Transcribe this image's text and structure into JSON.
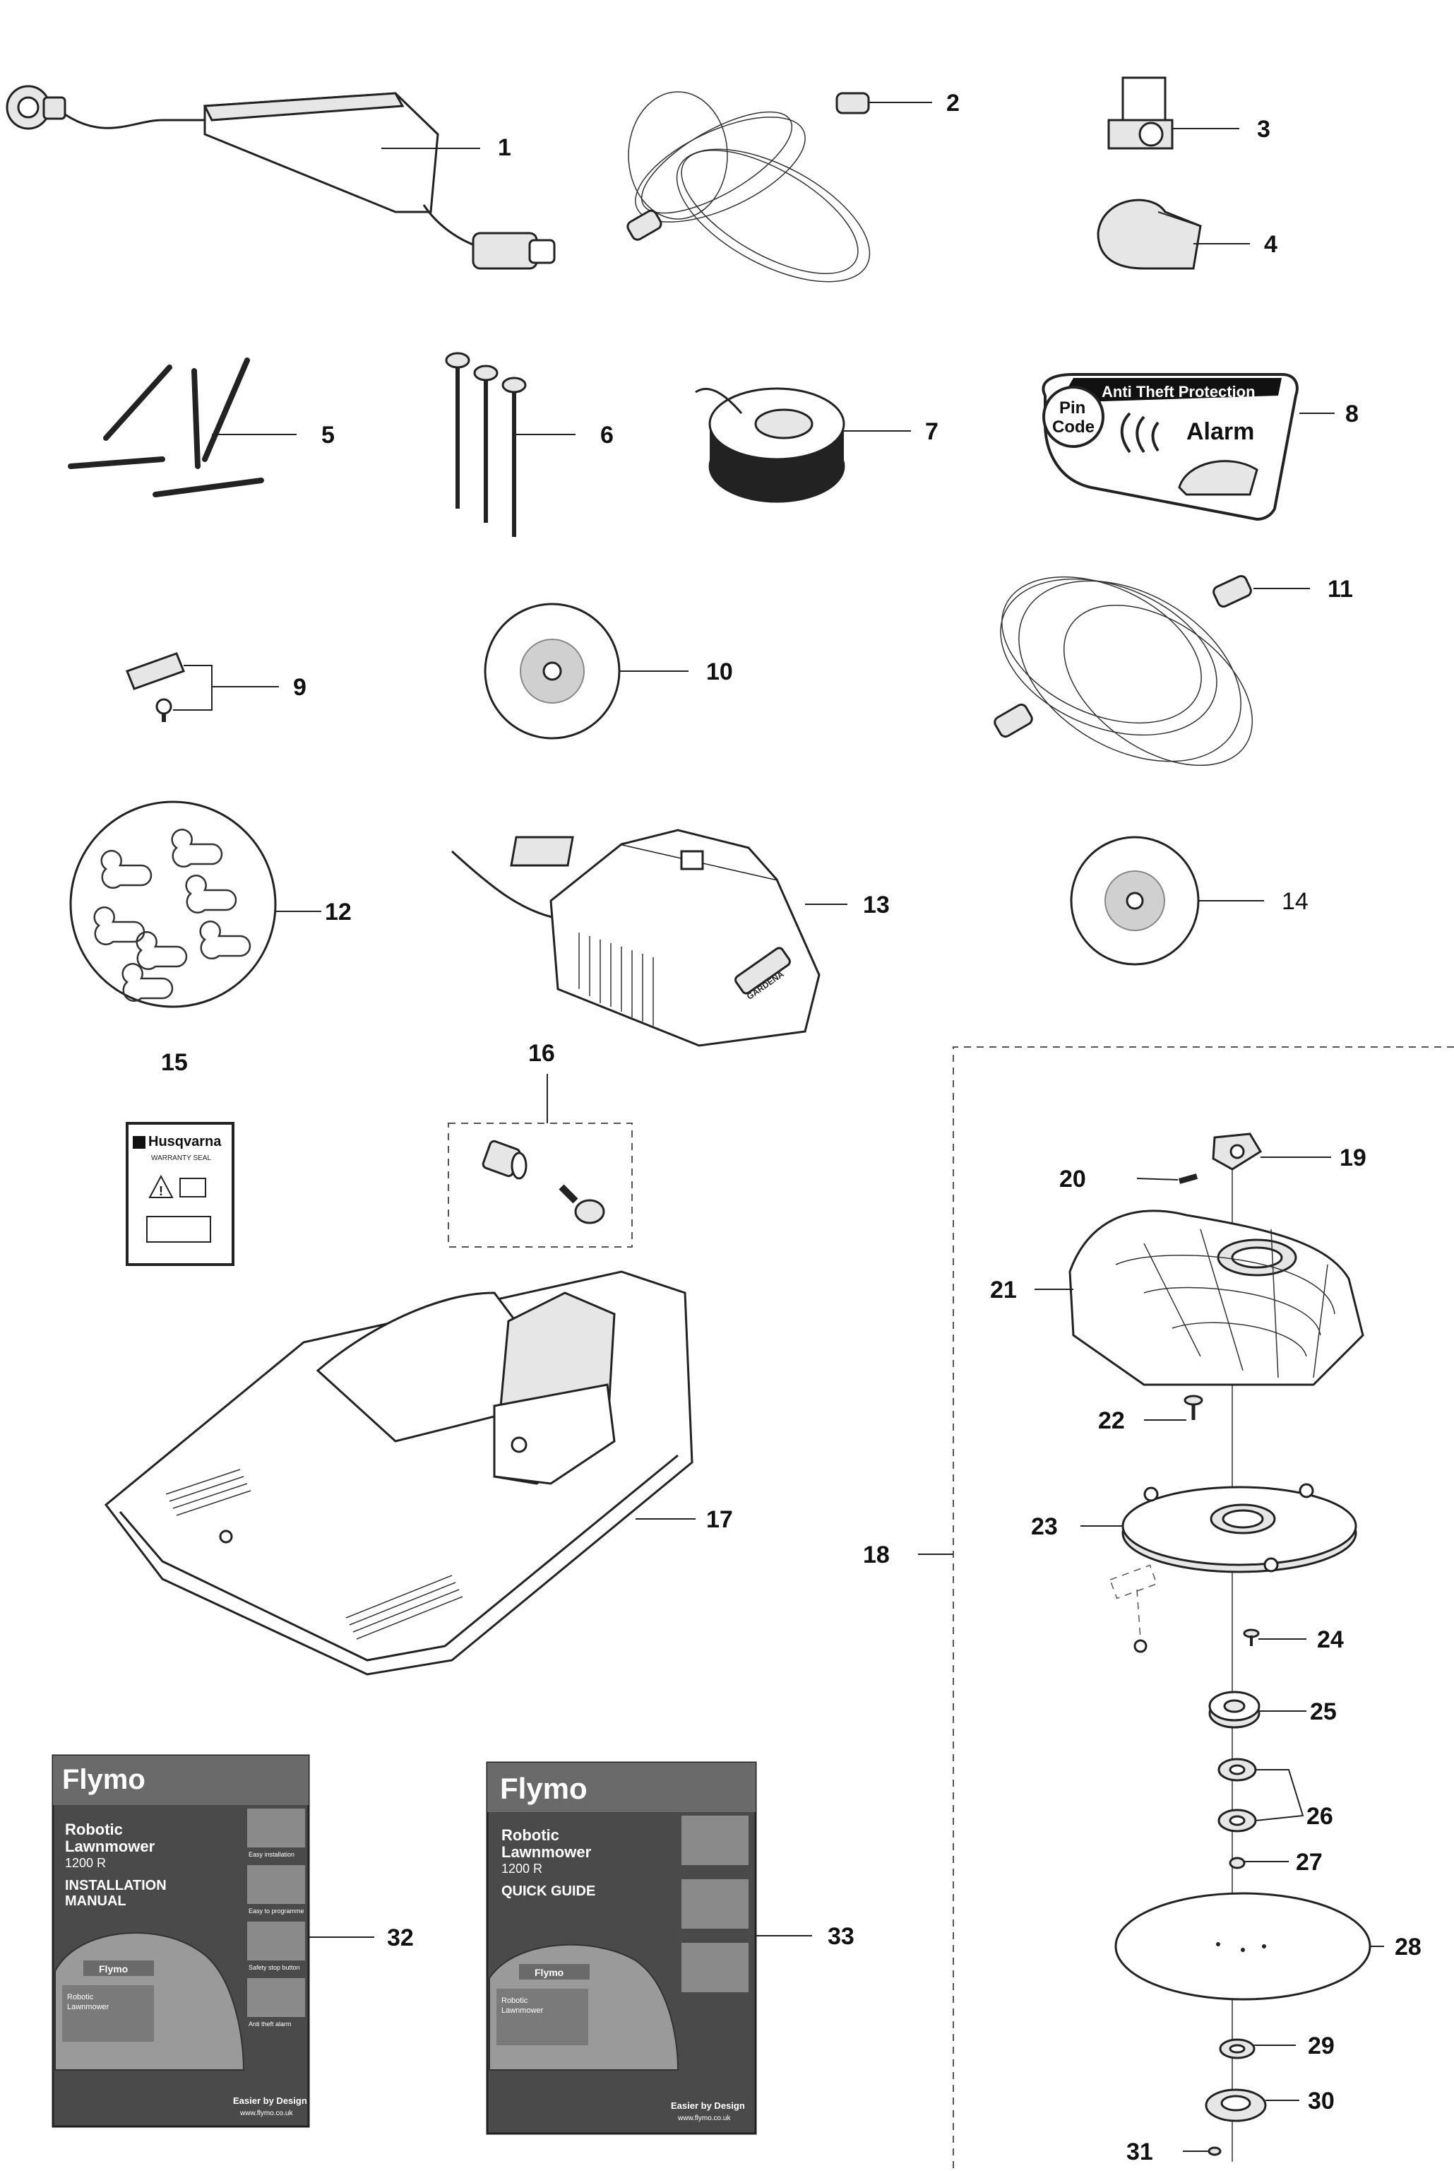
{
  "callouts": [
    "1",
    "2",
    "3",
    "4",
    "5",
    "6",
    "7",
    "8",
    "9",
    "10",
    "11",
    "12",
    "13",
    "14",
    "15",
    "16",
    "17",
    "18",
    "19",
    "20",
    "21",
    "22",
    "23",
    "24",
    "25",
    "26",
    "27",
    "28",
    "29",
    "30",
    "31",
    "32",
    "33"
  ],
  "decal": {
    "pin_line1": "Pin",
    "pin_line2": "Code",
    "header": "Anti Theft Protection",
    "alarm": "Alarm"
  },
  "warranty_card": {
    "brand": "Husqvarna",
    "subtitle": "WARRANTY SEAL"
  },
  "charger_brand": "GARDENA",
  "manual_install": {
    "brand": "Flymo",
    "product_line1": "Robotic",
    "product_line2": "Lawnmower",
    "model": "1200 R",
    "title_line1": "INSTALLATION",
    "title_line2": "MANUAL",
    "thumb_captions": [
      "Easy installation",
      "Easy to programme",
      "Safety stop button",
      "Anti theft alarm"
    ],
    "mower_badge": "Flymo",
    "mower_label1": "Robotic",
    "mower_label2": "Lawnmower",
    "tagline": "Easier by Design",
    "url": "www.flymo.co.uk"
  },
  "manual_quick": {
    "brand": "Flymo",
    "product_line1": "Robotic",
    "product_line2": "Lawnmower",
    "model": "1200 R",
    "title": "QUICK GUIDE",
    "mower_badge": "Flymo",
    "mower_label1": "Robotic",
    "mower_label2": "Lawnmower",
    "tagline": "Easier by Design",
    "url": "www.flymo.co.uk"
  }
}
